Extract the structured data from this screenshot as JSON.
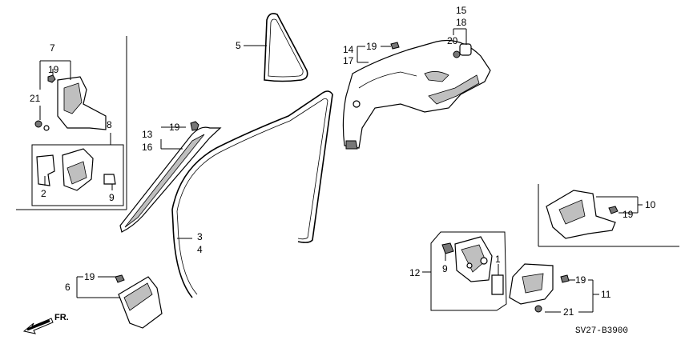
{
  "labels": {
    "l1": "1",
    "l2": "2",
    "l3": "3",
    "l4": "4",
    "l5": "5",
    "l6": "6",
    "l7": "7",
    "l8": "8",
    "l9a": "9",
    "l9b": "9",
    "l10": "10",
    "l11": "11",
    "l12": "12",
    "l13": "13",
    "l14": "14",
    "l15": "15",
    "l16": "16",
    "l17": "17",
    "l18": "18",
    "l19a": "19",
    "l19b": "19",
    "l19c": "19",
    "l19d": "19",
    "l19e": "19",
    "l19f": "19",
    "l20": "20",
    "l21a": "21",
    "l21b": "21"
  },
  "direction_label": "FR.",
  "diagram_code": "SV27-B3900"
}
